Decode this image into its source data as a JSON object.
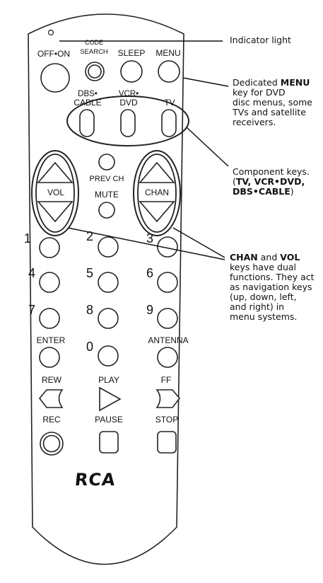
{
  "remote": {
    "top_row": {
      "off_on": "OFF•ON",
      "code_search_1": "CODE",
      "code_search_2": "SEARCH",
      "sleep": "SLEEP",
      "menu": "MENU"
    },
    "components": {
      "dbs_1": "DBS•",
      "dbs_2": "CABLE",
      "vcr_1": "VCR•",
      "vcr_2": "DVD",
      "tv": "TV"
    },
    "vol": "VOL",
    "chan": "CHAN",
    "prev_ch": "PREV CH",
    "mute": "MUTE",
    "digits": [
      "1",
      "2",
      "3",
      "4",
      "5",
      "6",
      "7",
      "8",
      "9",
      "0"
    ],
    "enter": "ENTER",
    "antenna": "ANTENNA",
    "rew": "REW",
    "play": "PLAY",
    "ff": "FF",
    "rec": "REC",
    "pause": "PAUSE",
    "stop": "STOP",
    "brand": "RCA"
  },
  "callouts": {
    "indicator": "Indicator light",
    "menu_key": {
      "prefix": "Dedicated ",
      "bold": "MENU",
      "lines": [
        "key for DVD",
        "disc menus, some",
        "TVs and satellite",
        "receivers."
      ]
    },
    "component_keys": {
      "line1": "Component keys.",
      "open": "(",
      "bold1": "TV, VCR•DVD,",
      "bold2": "DBS•CABLE",
      "close": ")"
    },
    "chan_vol": {
      "bold1": "CHAN",
      "mid": " and ",
      "bold2": "VOL",
      "lines": [
        "keys have dual",
        "functions. They act",
        "as navigation keys",
        "(up, down, left,",
        "and right) in",
        "menu systems."
      ]
    }
  }
}
